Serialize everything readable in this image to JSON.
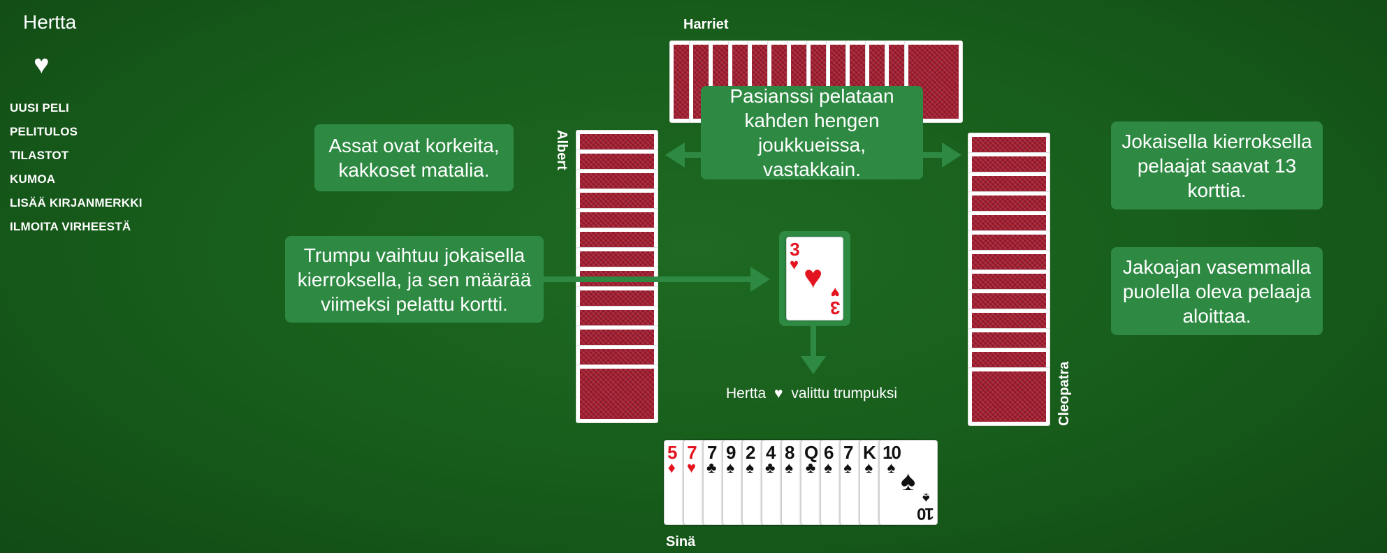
{
  "app": {
    "title": "Hertta",
    "logo_icon": "heart-icon",
    "logo_glyph": "♥"
  },
  "menu": [
    {
      "label": "UUSI PELI"
    },
    {
      "label": "PELITULOS"
    },
    {
      "label": "TILASTOT"
    },
    {
      "label": "KUMOA"
    },
    {
      "label": "LISÄÄ KIRJANMERKKI"
    },
    {
      "label": "ILMOITA VIRHEESTÄ"
    }
  ],
  "players": {
    "top": {
      "name": "Harriet",
      "cards": 13
    },
    "left": {
      "name": "Albert",
      "cards": 13
    },
    "right": {
      "name": "Cleopatra",
      "cards": 13
    },
    "bottom": {
      "name": "Sinä"
    }
  },
  "tips": {
    "aces": "Assat ovat korkeita, kakkoset matalia.",
    "teams": "Pasianssi pelataan kahden hengen joukkueissa, vastakkain.",
    "deal": "Jokaisella kierroksella pelaajat saavat 13 korttia.",
    "trump": "Trumpu vaihtuu jokaisella kierroksella, ja sen määrää viimeksi pelattu kortti.",
    "start": "Jakoajan vasemmalla puolella oleva pelaaja aloittaa."
  },
  "trump_card": {
    "rank": "3",
    "suit": "♥",
    "color": "red"
  },
  "trump_status": {
    "prefix": "Hertta",
    "suit": "♥",
    "suffix": "valittu trumpuksi"
  },
  "hand": [
    {
      "rank": "5",
      "suit": "♦",
      "color": "red"
    },
    {
      "rank": "7",
      "suit": "♥",
      "color": "red"
    },
    {
      "rank": "7",
      "suit": "♣",
      "color": "black"
    },
    {
      "rank": "9",
      "suit": "♠",
      "color": "black"
    },
    {
      "rank": "2",
      "suit": "♠",
      "color": "black"
    },
    {
      "rank": "4",
      "suit": "♣",
      "color": "black"
    },
    {
      "rank": "8",
      "suit": "♠",
      "color": "black"
    },
    {
      "rank": "Q",
      "suit": "♣",
      "color": "black"
    },
    {
      "rank": "6",
      "suit": "♠",
      "color": "black"
    },
    {
      "rank": "7",
      "suit": "♠",
      "color": "black"
    },
    {
      "rank": "K",
      "suit": "♠",
      "color": "black"
    },
    {
      "rank": "10",
      "suit": "♠",
      "color": "black"
    }
  ],
  "colors": {
    "table": "#175c1b",
    "callout": "#2e8a43",
    "card_back": "#a51d30"
  }
}
